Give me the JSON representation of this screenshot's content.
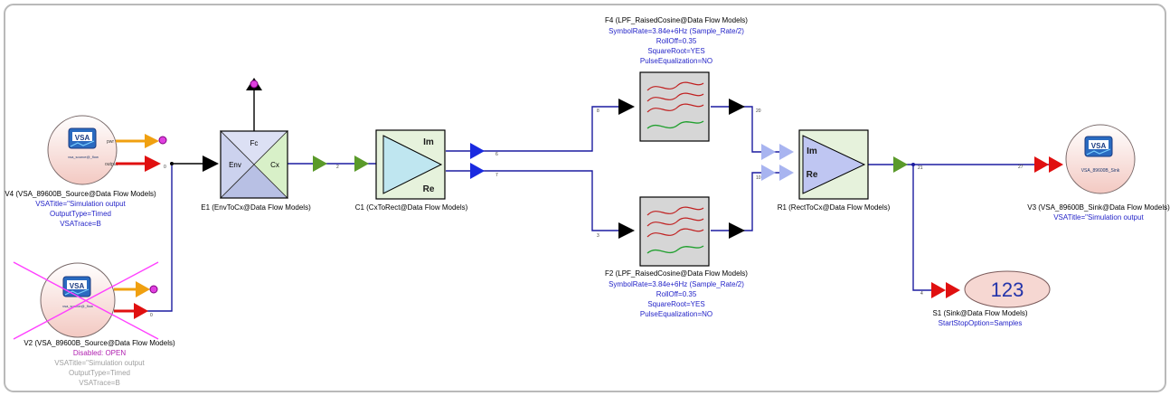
{
  "colors": {
    "wire": "#1c1ca0",
    "label": "#2424c8",
    "disabled": "#a0a0a0",
    "disabled_note": "#b020b0",
    "sink_oval": "#f6d7d2",
    "vsa_circle": "#f6d7d2",
    "arrow_green": "#5a9a2a",
    "arrow_blue": "#1a2ae0",
    "arrow_red": "#e01010",
    "arrow_orange": "#f0a010",
    "arrow_black": "#000000"
  },
  "components": {
    "v4": {
      "title": "V4 (VSA_89600B_Source@Data Flow Models)",
      "params": [
        "VSATitle=\"Simulation output",
        "OutputType=Timed",
        "VSATrace=B"
      ],
      "inner_caption": "vsa_source@_flow",
      "logo": "VSA",
      "icon": "vsa-logo-icon"
    },
    "v2": {
      "title": "V2 (VSA_89600B_Source@Data Flow Models)",
      "disabled_note": "Disabled: OPEN",
      "params": [
        "VSATitle=\"Simulation output",
        "OutputType=Timed",
        "VSATrace=B"
      ],
      "inner_caption": "vsa_source@_flow",
      "logo": "VSA",
      "icon": "vsa-logo-icon"
    },
    "e1": {
      "title": "E1 (EnvToCx@Data Flow Models)",
      "ports": {
        "top": "Fc",
        "left": "Env",
        "right": "Cx"
      }
    },
    "c1": {
      "title": "C1 (CxToRect@Data Flow Models)",
      "ports": {
        "im": "Im",
        "re": "Re"
      }
    },
    "f4": {
      "title": "F4 (LPF_RaisedCosine@Data Flow Models)",
      "params": [
        "SymbolRate=3.84e+6Hz (Sample_Rate/2)",
        "RollOff=0.35",
        "SquareRoot=YES",
        "PulseEqualization=NO"
      ]
    },
    "f2": {
      "title": "F2 (LPF_RaisedCosine@Data Flow Models)",
      "params": [
        "SymbolRate=3.84e+6Hz (Sample_Rate/2)",
        "RollOff=0.35",
        "SquareRoot=YES",
        "PulseEqualization=NO"
      ]
    },
    "r1": {
      "title": "R1 (RectToCx@Data Flow Models)",
      "ports": {
        "im": "Im",
        "re": "Re"
      }
    },
    "v3": {
      "title": "V3 (VSA_89600B_Sink@Data Flow Models)",
      "params": [
        "VSATitle=\"Simulation output"
      ],
      "inner_caption": "VSA_89600B_Sink",
      "logo": "VSA",
      "icon": "vsa-logo-icon"
    },
    "s1": {
      "title": "S1 (Sink@Data Flow Models)",
      "params": [
        "StartStopOption=Samples"
      ],
      "display": "123"
    }
  },
  "pins": {
    "v4_top": "pwr",
    "v4_bot": "output",
    "e1_out": "2",
    "c1_im": "6",
    "c1_re": "7",
    "f4_in": "8",
    "f4_out": "20",
    "f2_in": "3",
    "r1_re": "10",
    "r1_out": "21",
    "v3_in": "27",
    "s1_in": "4"
  }
}
